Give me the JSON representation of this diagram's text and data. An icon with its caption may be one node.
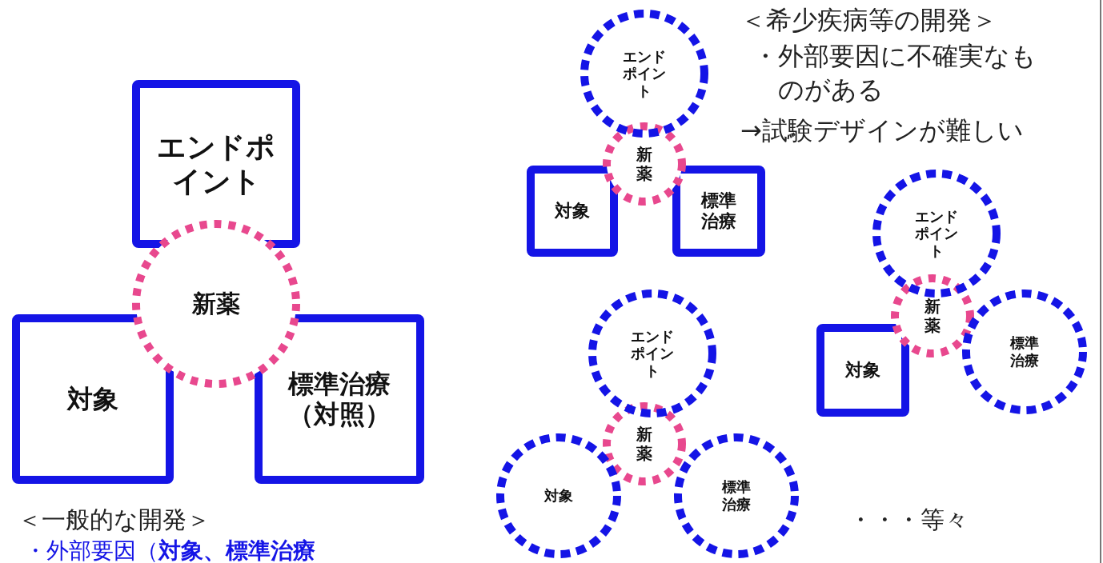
{
  "diagram": {
    "nodes": [
      {
        "text": [
          "エンドポイント"
        ]
      },
      {
        "text": [
          "新薬"
        ]
      },
      {
        "text": [
          "対象"
        ]
      },
      {
        "text": [
          "標準治療（対照）"
        ]
      },
      {
        "text": [
          "エンドポイント"
        ]
      },
      {
        "text": [
          "新薬"
        ]
      },
      {
        "text": [
          "対象"
        ]
      },
      {
        "text": [
          "標準治療"
        ]
      },
      {
        "text": [
          "エンドポイント"
        ]
      },
      {
        "text": [
          "新薬"
        ]
      },
      {
        "text": [
          "対象"
        ]
      },
      {
        "text": [
          "標準治療"
        ]
      },
      {
        "text": [
          "エンドポイント"
        ]
      },
      {
        "text": [
          "新薬"
        ]
      },
      {
        "text": [
          "対象"
        ]
      },
      {
        "text": [
          "標準治療"
        ]
      }
    ],
    "labels": [
      "＜希少疾病等の開発＞",
      "・外部要因に不確実なものがある",
      "→試験デザインが難しい",
      "・・・等々",
      "＜一般的な開発＞",
      "・外部要因（**対象、標準治療**"
    ]
  }
}
